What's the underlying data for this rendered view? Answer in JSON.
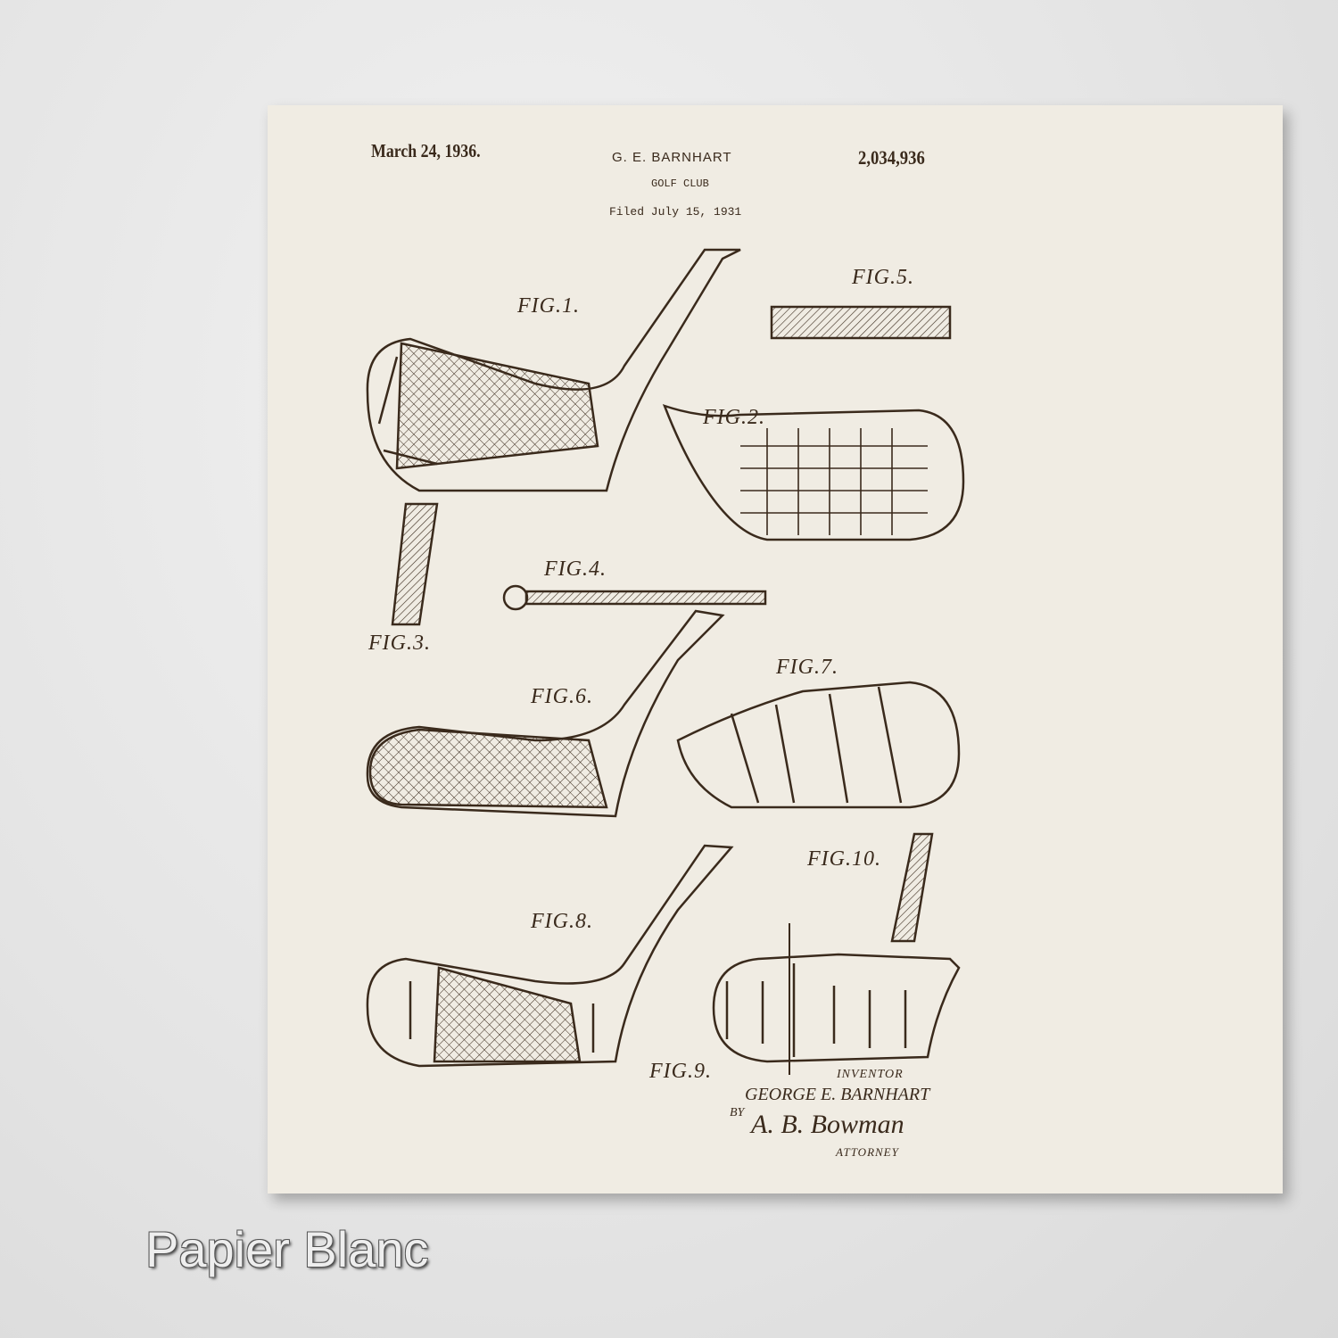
{
  "patent": {
    "date": "March 24, 1936.",
    "inventor_short": "G. E. BARNHART",
    "title": "GOLF CLUB",
    "filed": "Filed July 15, 1931",
    "number": "2,034,936"
  },
  "figures": [
    "FIG.1.",
    "FIG.2.",
    "FIG.3.",
    "FIG.4.",
    "FIG.5.",
    "FIG.6.",
    "FIG.7.",
    "FIG.8.",
    "FIG.9.",
    "FIG.10."
  ],
  "signature": {
    "inventor_label": "INVENTOR",
    "inventor_name": "GEORGE E. BARNHART",
    "by": "BY",
    "attorney_signature": "A. B. Bowman",
    "attorney_label": "ATTORNEY"
  },
  "caption": "Papier Blanc",
  "colors": {
    "paper": "#f0ece3",
    "ink": "#3a2a1c",
    "background": "#e4e4e4"
  }
}
